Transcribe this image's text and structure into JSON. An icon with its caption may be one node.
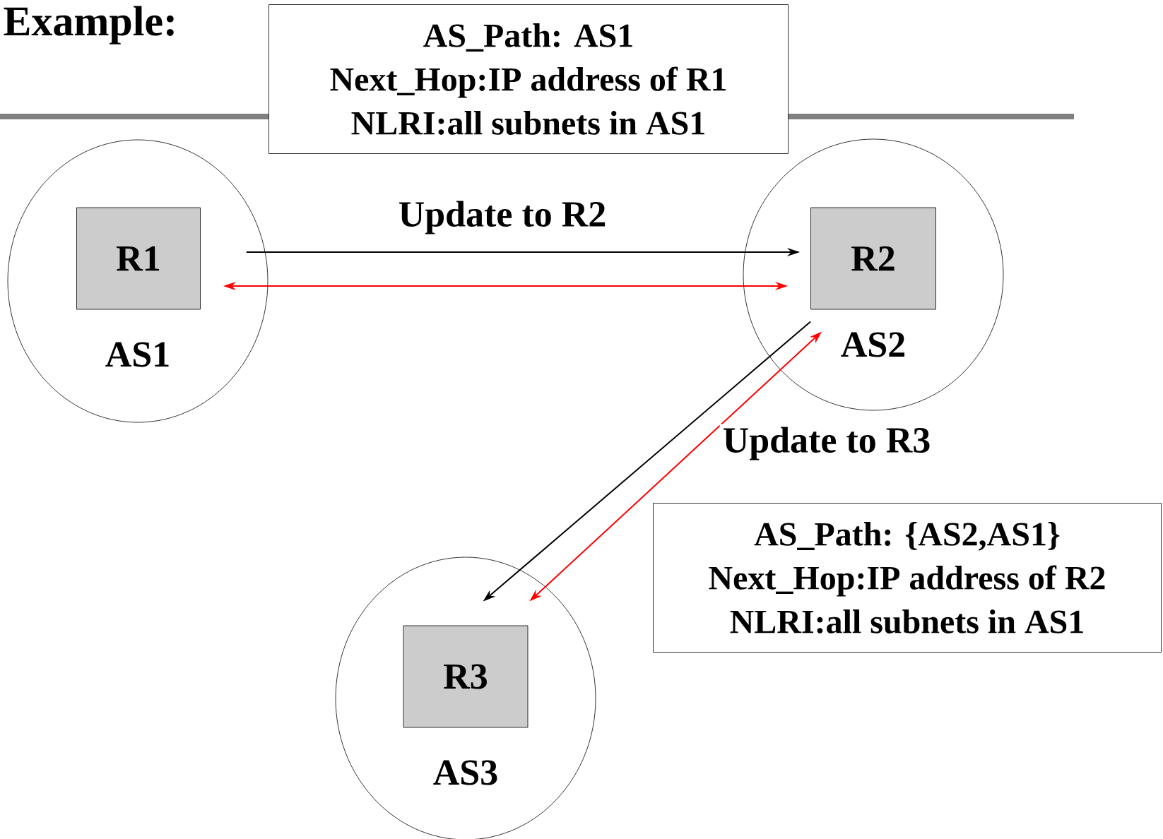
{
  "diagram": {
    "title": "Example:",
    "nodes": [
      {
        "text": [
          "AS1"
        ]
      },
      {
        "text": [
          "R1"
        ],
        "in": 0
      },
      {
        "text": [
          "AS2"
        ]
      },
      {
        "text": [
          "R2"
        ],
        "in": 2
      },
      {
        "text": [
          "AS3"
        ]
      },
      {
        "text": [
          "R3"
        ],
        "in": 4
      },
      {
        "text": [
          "AS_Path: AS1",
          "Next_Hop:IP address of R1",
          "NLRI:all subnets in AS1"
        ]
      },
      {
        "text": [
          "AS_Path: {AS2,AS1}",
          "Next_Hop:IP address of R2",
          "NLRI:all subnets in AS1"
        ]
      }
    ],
    "edges": [
      {
        "from": 1,
        "to": 3,
        "arrow": "to",
        "label": "Update to R2"
      },
      {
        "from": 1,
        "to": 3,
        "arrow": "both",
        "color": "#ff0000"
      },
      {
        "from": 3,
        "to": 5,
        "arrow": "to",
        "label": "Update to R3"
      },
      {
        "from": 3,
        "to": 5,
        "arrow": "both",
        "color": "#ff0000"
      }
    ]
  }
}
